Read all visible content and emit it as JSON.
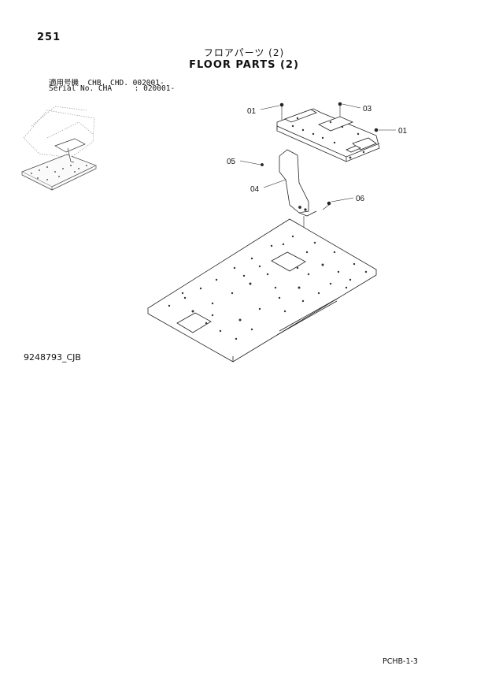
{
  "page": {
    "number": "251"
  },
  "title": {
    "japanese": "フロアパーツ (2)",
    "english": "FLOOR PARTS (2)"
  },
  "applicability": {
    "line1": "適用号機  CHB. CHD. 002001-",
    "line2": "Serial No. CHA     : 020001-"
  },
  "callouts": [
    {
      "id": "callout-01-left",
      "label": "01"
    },
    {
      "id": "callout-03",
      "label": "03"
    },
    {
      "id": "callout-01-right",
      "label": "01"
    },
    {
      "id": "callout-05",
      "label": "05"
    },
    {
      "id": "callout-04",
      "label": "04"
    },
    {
      "id": "callout-06",
      "label": "06"
    }
  ],
  "drawing_number": "9248793_CJB",
  "footer": {
    "page_code": "PCHB-1-3"
  }
}
